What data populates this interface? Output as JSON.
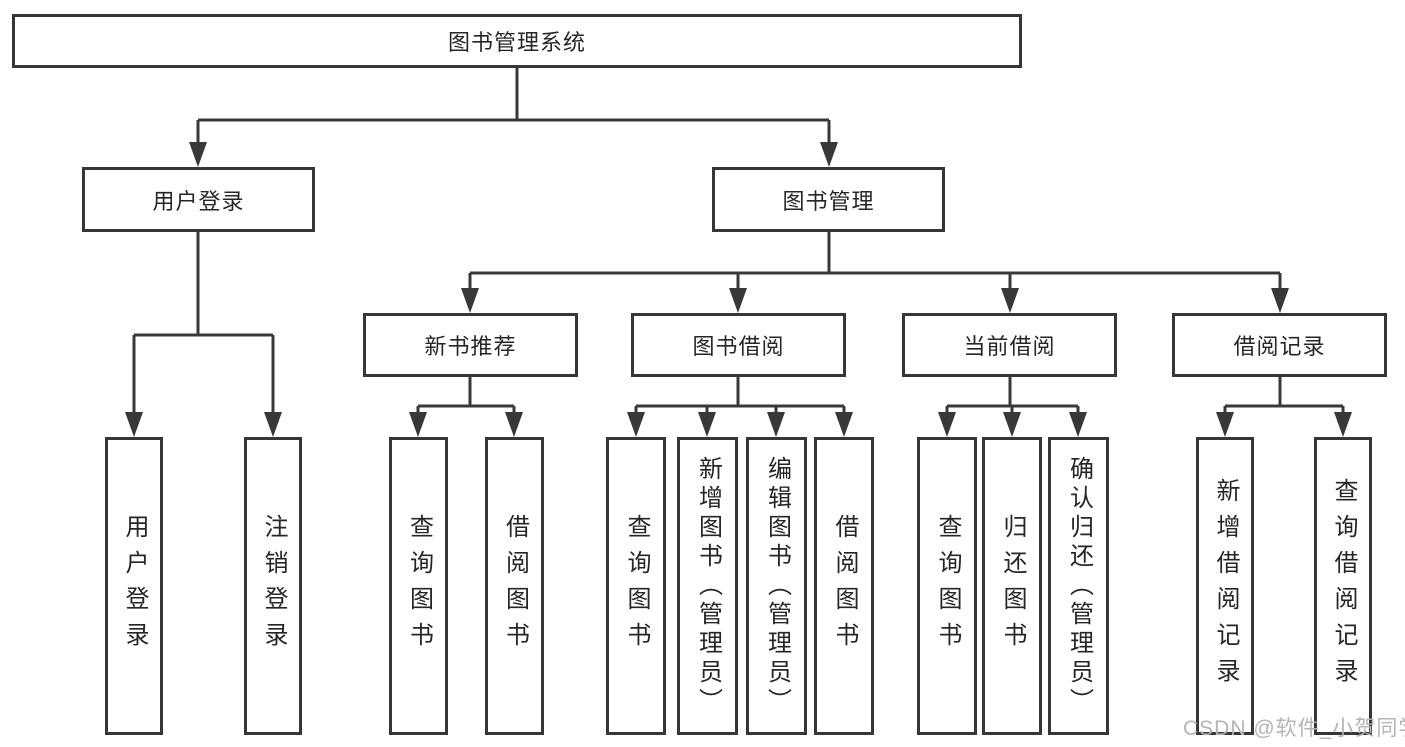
{
  "diagram_title": "图书管理系统",
  "colors": {
    "line": "#383838",
    "box_border": "#363636",
    "text": "#262626",
    "background": "#ffffff",
    "watermark": "#b4b4b4"
  },
  "nodes": {
    "root": {
      "label": "图书管理系统",
      "parent": null
    },
    "user_login": {
      "label": "用户登录",
      "parent": "root"
    },
    "book_mgmt": {
      "label": "图书管理",
      "parent": "root"
    },
    "new_book_rec": {
      "label": "新书推荐",
      "parent": "book_mgmt"
    },
    "book_borrow": {
      "label": "图书借阅",
      "parent": "book_mgmt"
    },
    "current_borrow": {
      "label": "当前借阅",
      "parent": "book_mgmt"
    },
    "borrow_records": {
      "label": "借阅记录",
      "parent": "book_mgmt"
    },
    "leaf_user_login": {
      "label": "用户登录",
      "parent": "user_login"
    },
    "leaf_logout": {
      "label": "注销登录",
      "parent": "user_login"
    },
    "leaf_nb_query": {
      "label": "查询图书",
      "parent": "new_book_rec"
    },
    "leaf_nb_borrow": {
      "label": "借阅图书",
      "parent": "new_book_rec"
    },
    "leaf_bb_query": {
      "label": "查询图书",
      "parent": "book_borrow"
    },
    "leaf_bb_add": {
      "label": "新增图书（管理员）",
      "parent": "book_borrow"
    },
    "leaf_bb_edit": {
      "label": "编辑图书（管理员）",
      "parent": "book_borrow"
    },
    "leaf_bb_borrow": {
      "label": "借阅图书",
      "parent": "book_borrow"
    },
    "leaf_cb_query": {
      "label": "查询图书",
      "parent": "current_borrow"
    },
    "leaf_cb_return": {
      "label": "归还图书",
      "parent": "current_borrow"
    },
    "leaf_cb_confirm": {
      "label": "确认归还（管理员）",
      "parent": "current_borrow"
    },
    "leaf_br_add": {
      "label": "新增借阅记录",
      "parent": "borrow_records"
    },
    "leaf_br_query": {
      "label": "查询借阅记录",
      "parent": "borrow_records"
    }
  },
  "watermark": {
    "text": "CSDN @软件_小贺同学"
  }
}
